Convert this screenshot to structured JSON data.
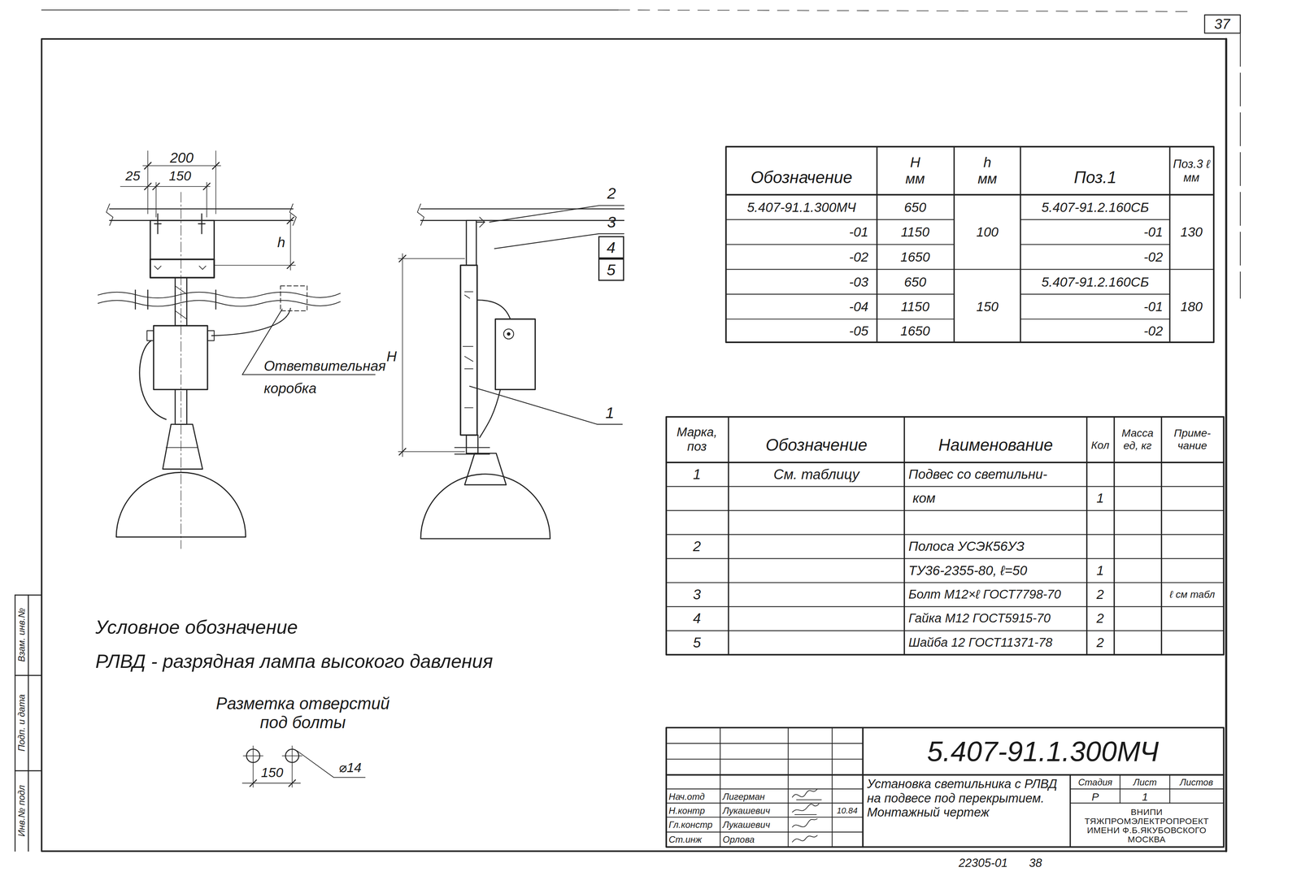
{
  "diagram": {
    "nodes": [
      {
        "text": [
          "4"
        ]
      },
      {
        "text": [
          "5"
        ]
      }
    ],
    "labels": [
      "200",
      "25",
      "150",
      "h",
      "Ответвительная коробка",
      "2",
      "3",
      "H",
      "1",
      "Обозначение",
      "H мм",
      "h мм",
      "Поз.1",
      "Поз.3 ℓ мм",
      "5.407-91.1.300МЧ",
      "650",
      "100",
      "5.407-91.2.160СБ",
      "130",
      "-01",
      "1150",
      "-01",
      "-02",
      "1650",
      "-02",
      "-03",
      "650",
      "150",
      "5.407-91.2.160СБ",
      "180",
      "-04",
      "1150",
      "-01",
      "-05",
      "1650",
      "-02",
      "Марка, поз",
      "Обозначение",
      "Наименование",
      "Кол",
      "Масса ед, кг",
      "Приме- чание",
      "1",
      "См. таблицу",
      "Подвес со светильни-",
      "ком",
      "1",
      "2",
      "Полоса УСЭК56УЗ",
      "ТУ36-2355-80, ℓ=50",
      "1",
      "3",
      "Болт М12×ℓ ГОСТ7798-70",
      "2",
      "ℓ см табл",
      "4",
      "Гайка М12 ГОСТ5915-70",
      "2",
      "5",
      "Шайба 12 ГОСТ11371-78",
      "2",
      "Условное обозначение",
      "РЛВД - разрядная лампа высокого давления",
      "Разметка отверстий под болты",
      "150",
      "⌀14",
      "5.407-91.1.300МЧ",
      "Установка светильника с РЛВД на подвесе под перекрытием. Монтажный чертеж",
      "Стадия",
      "Лист",
      "Листов",
      "Р",
      "1",
      "ВНИПИ ТЯЖПРОМЭЛЕКТРОПРОЕКТ ИМЕНИ Ф.Б.ЯКУБОВСКОГО МОСКВА",
      "Нач.отд",
      "Лигерман",
      "Н.контр",
      "Лукашевич",
      "Гл.констр",
      "Лукашевич",
      "Ст.инж",
      "Орлова",
      "10.84",
      "37",
      "22305-01",
      "38",
      "Взам. инв.№",
      "Подп. и дата",
      "Инв.№ подл"
    ]
  }
}
